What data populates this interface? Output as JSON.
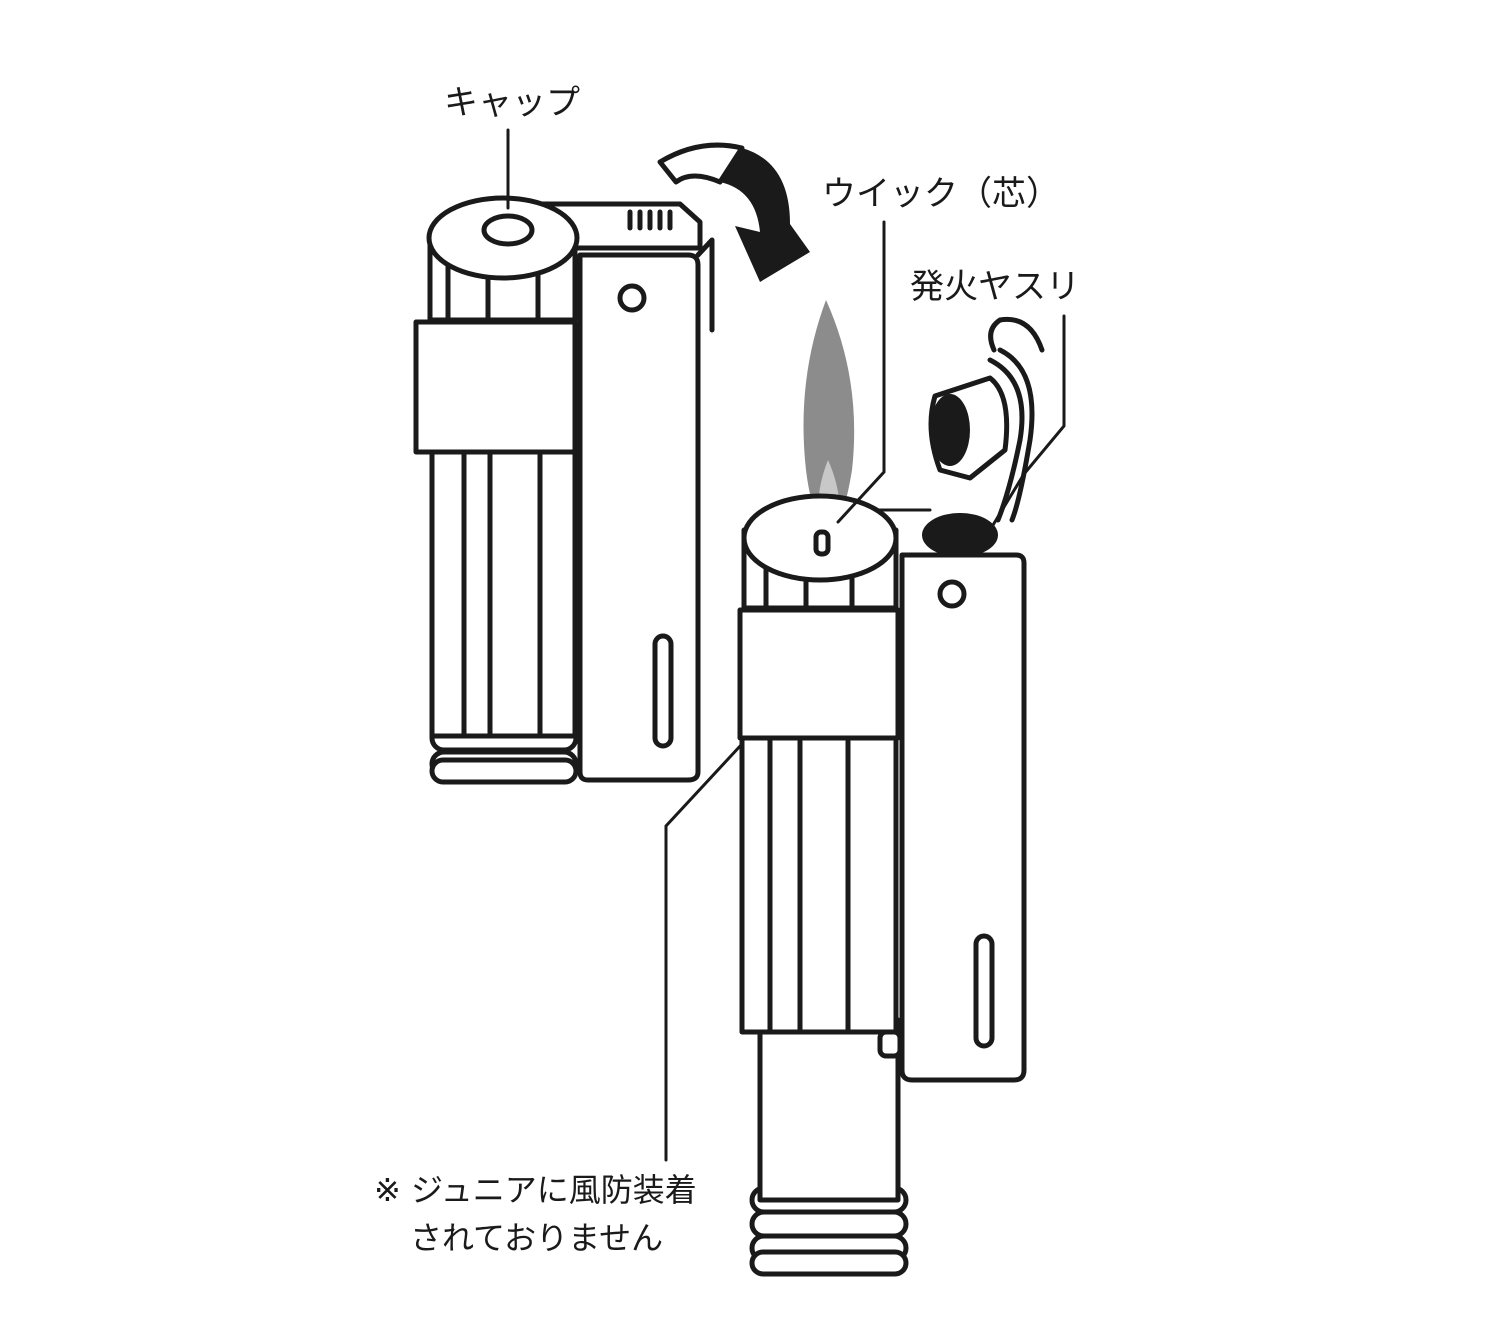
{
  "labels": {
    "cap": "キャップ",
    "wick": "ウイック（芯）",
    "file": "発火ヤスリ"
  },
  "note": {
    "line1": "※ ジュニアに風防装着",
    "line2": "されておりません"
  },
  "colors": {
    "ink": "#1a1a1a",
    "flame": "#8c8c8c",
    "flame_core": "#c8c8c8",
    "background": "#ffffff"
  },
  "icons": {
    "rotation_arrow": "curved-arrow-icon",
    "flame": "flame-icon"
  }
}
